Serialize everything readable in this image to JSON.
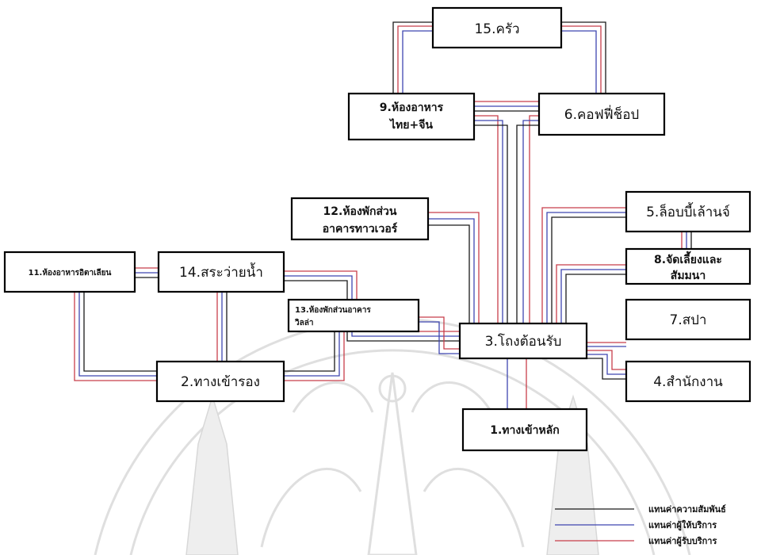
{
  "nodes": {
    "n15": {
      "lines": [
        "15.ครัว"
      ]
    },
    "n9": {
      "lines": [
        "9.ห้องอาหาร",
        "ไทย+จีน"
      ]
    },
    "n6": {
      "lines": [
        "6.คอฟฟี่ช็อป"
      ]
    },
    "n12": {
      "lines": [
        "12.ห้องพักส่วน",
        "อาคารทาวเวอร์"
      ]
    },
    "n5": {
      "lines": [
        "5.ล็อบบี้เล้านจ์"
      ]
    },
    "n11": {
      "lines": [
        "11.ห้องอาหารอิตาเลียน"
      ]
    },
    "n14": {
      "lines": [
        "14.สระว่ายน้ำ"
      ]
    },
    "n8": {
      "lines": [
        "8.จัดเลี้ยงและ",
        "สัมมนา"
      ]
    },
    "n13": {
      "lines": [
        "13.ห้องพักส่วนอาคาร",
        "วิลล่า"
      ]
    },
    "n7": {
      "lines": [
        "7.สปา"
      ]
    },
    "n3": {
      "lines": [
        "3.โถงต้อนรับ"
      ]
    },
    "n2": {
      "lines": [
        "2.ทางเข้ารอง"
      ]
    },
    "n4": {
      "lines": [
        "4.สำนักงาน"
      ]
    },
    "n1": {
      "lines": [
        "1.ทางเข้าหลัก"
      ]
    }
  },
  "legend": [
    {
      "label": "แทนค่าความสัมพันธ์",
      "color": "#1a1a1a"
    },
    {
      "label": "แทนค่าผู้ให้บริการ",
      "color": "#3f46b0"
    },
    {
      "label": "แทนค่าผู้รับบริการ",
      "color": "#c83e4a"
    }
  ],
  "colors": {
    "provider": "#3f46b0",
    "receiver": "#c83e4a",
    "relation": "#1a1a1a"
  }
}
